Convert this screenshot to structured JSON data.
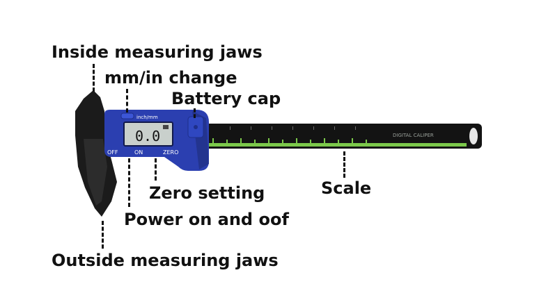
{
  "labels": {
    "inside_jaws": "Inside measuring jaws",
    "mode_change": "mm/in change",
    "battery_cap": "Battery cap",
    "zero_setting": "Zero setting",
    "scale": "Scale",
    "power": "Power on and oof",
    "outside_jaws": "Outside measuring jaws"
  },
  "device": {
    "lcd_reading": "0.0",
    "mode_button": "inch/mm",
    "off_button": "OFF",
    "on_button": "ON",
    "zero_button": "ZERO",
    "beam_text": "DIGITAL CALIPER"
  },
  "colors": {
    "body": "#2b3fb0",
    "lcd": "#c9d0cc",
    "beam": "#111111",
    "scale_marks": "#7cc94a"
  }
}
